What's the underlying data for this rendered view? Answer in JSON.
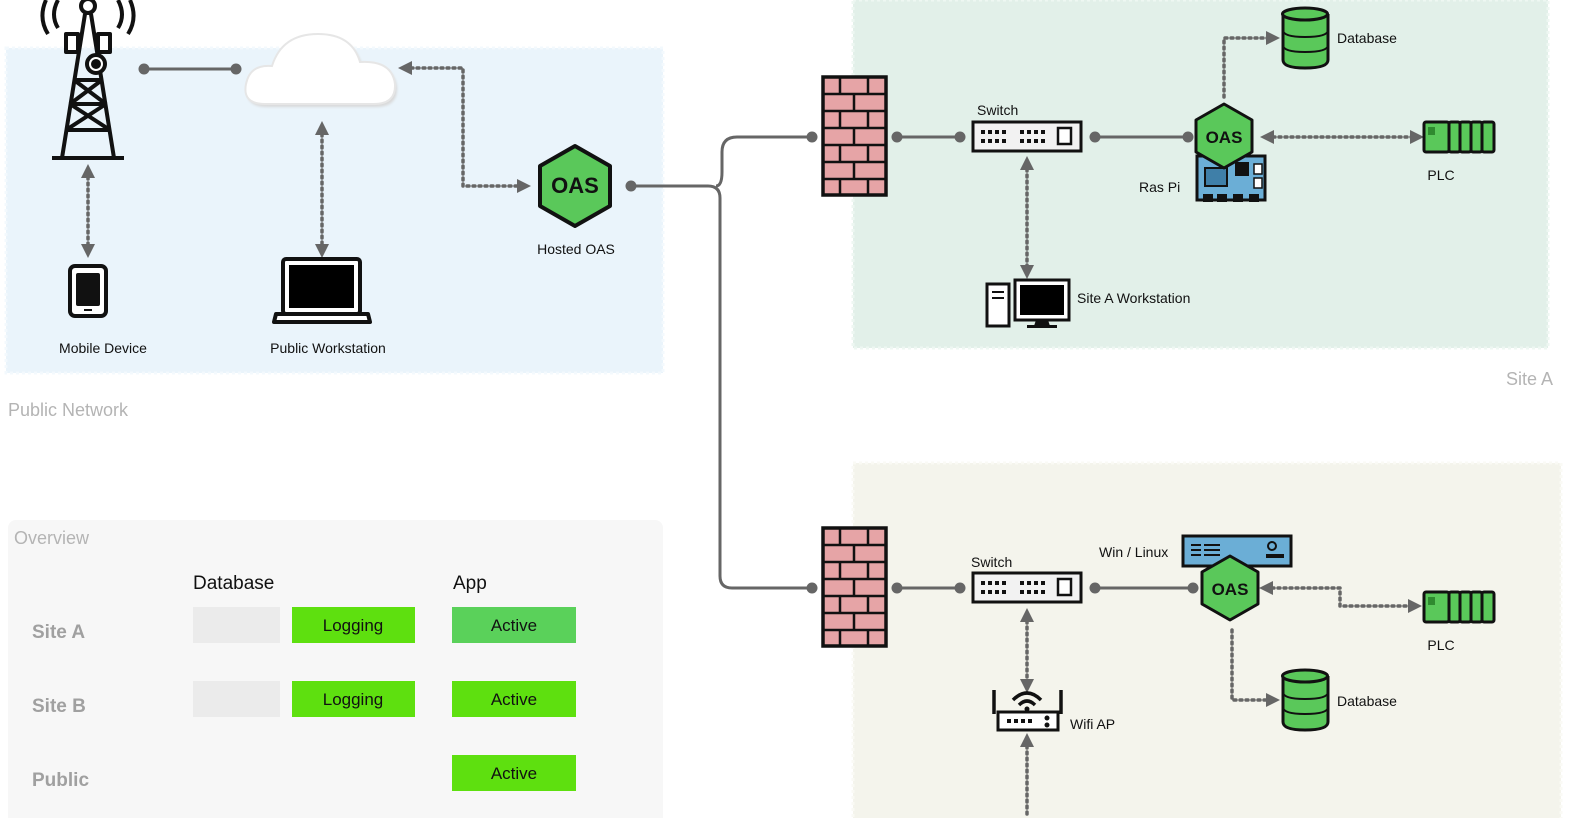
{
  "zones": {
    "public": "Public Network",
    "site_a": "Site A"
  },
  "nodes": {
    "mobile": "Mobile Device",
    "public_ws": "Public Workstation",
    "hosted_oas": "Hosted OAS",
    "oas_badge": "OAS",
    "switch_a": "Switch",
    "switch_b": "Switch",
    "database_a": "Database",
    "ras_pi": "Ras Pi",
    "plc_a": "PLC",
    "site_a_ws": "Site A Workstation",
    "win_linux": "Win / Linux",
    "plc_b": "PLC",
    "database_b": "Database",
    "wifi_ap": "Wifi AP"
  },
  "overview": {
    "title": "Overview",
    "col_database": "Database",
    "col_app": "App",
    "rows": [
      {
        "name": "Site A",
        "database_status": "Logging",
        "app_status": "Active",
        "app_color": "#5ad15a"
      },
      {
        "name": "Site B",
        "database_status": "Logging",
        "app_status": "Active",
        "app_color": "#5ee00f"
      },
      {
        "name": "Public",
        "database_status": "",
        "app_status": "Active",
        "app_color": "#5ee00f"
      }
    ]
  },
  "colors": {
    "public_zone": "#eaf4fb",
    "site_a_zone": "#e2f0e9",
    "site_b_zone": "#f4f4ec",
    "oas_green": "#5ac85a",
    "status_green": "#5ee00f",
    "firewall_brick": "#e6a4a6"
  }
}
